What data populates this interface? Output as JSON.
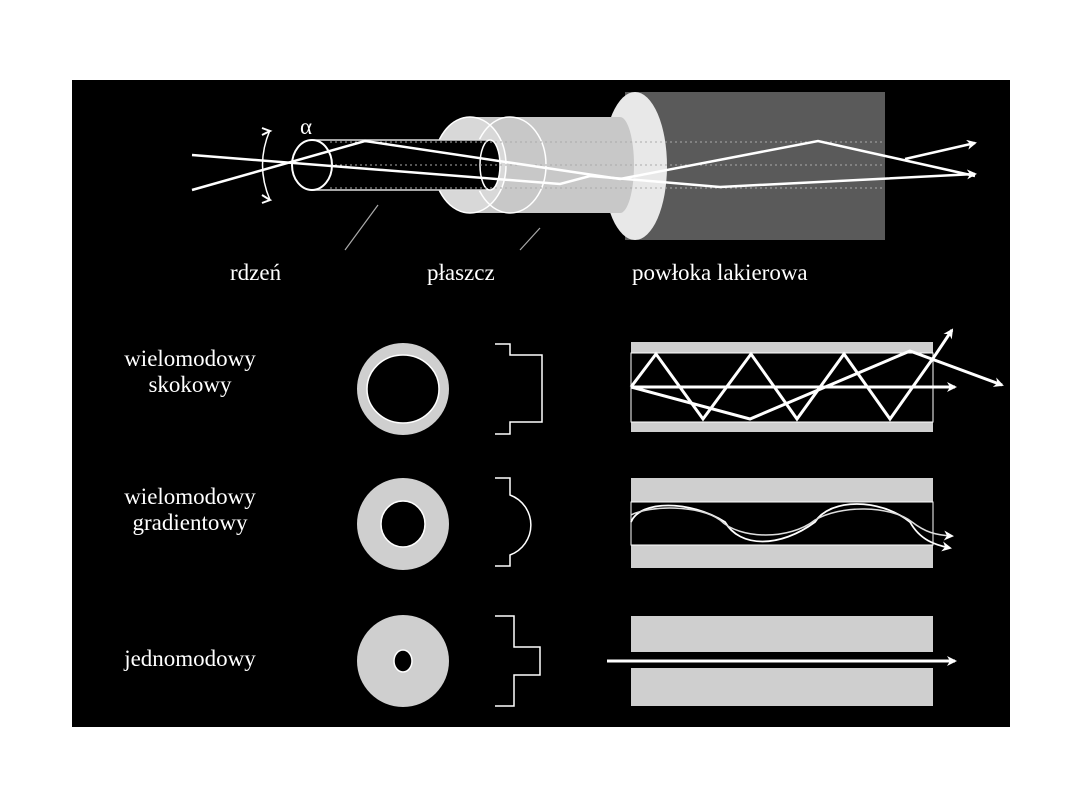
{
  "top": {
    "alpha": "α",
    "labels": {
      "core": "rdzeń",
      "cladding": "płaszcz",
      "coating": "powłoka lakierowa"
    }
  },
  "rows": [
    {
      "line1": "wielomodowy",
      "line2": "skokowy"
    },
    {
      "line1": "wielomodowy",
      "line2": "gradientowy"
    },
    {
      "line1": "jednomodowy",
      "line2": ""
    }
  ],
  "colors": {
    "background": "#000000",
    "cladding": "#cfcfcf",
    "coating": "#5a5a5a",
    "ray": "#ffffff"
  }
}
